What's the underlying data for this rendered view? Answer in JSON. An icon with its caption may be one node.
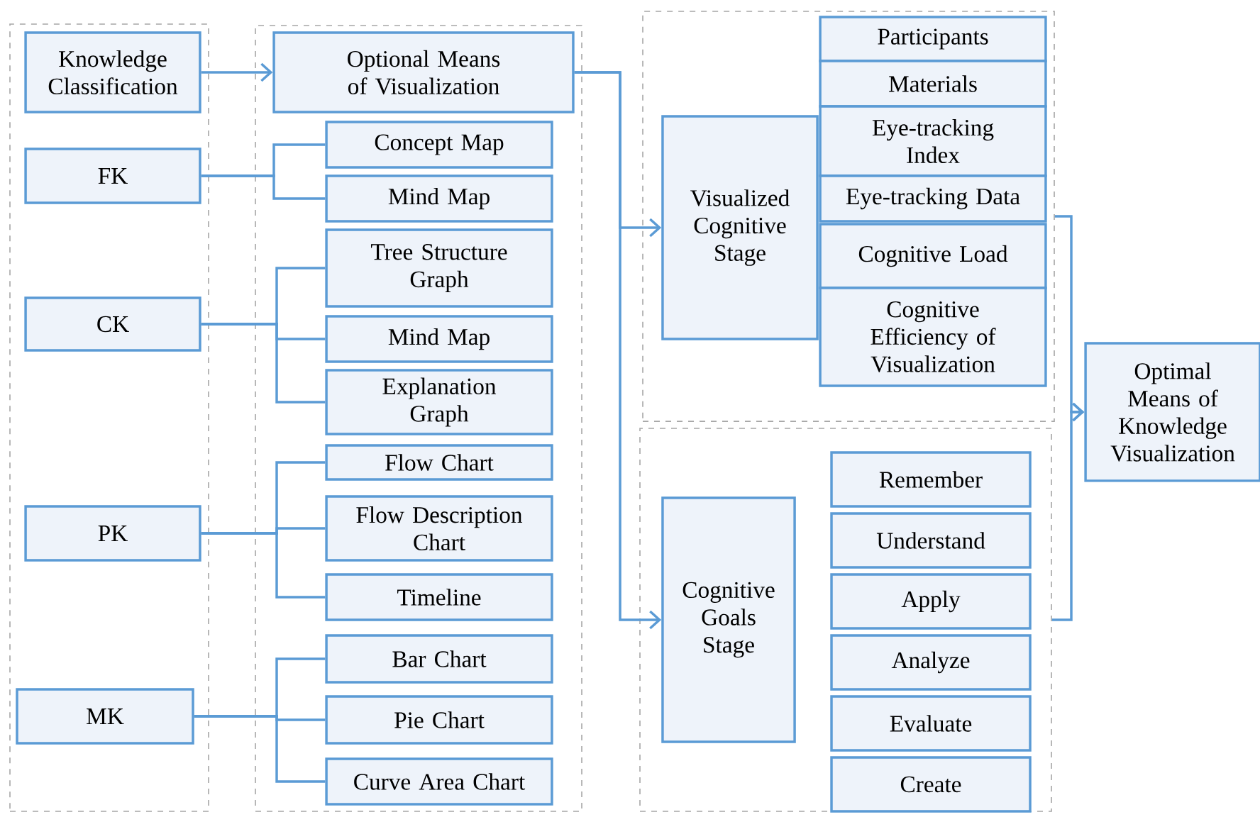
{
  "diagram": {
    "nodes": [
      {
        "text": [],
        "shape": "box"
      },
      {
        "text": [
          "Knowledge Classification"
        ],
        "in": 0
      },
      {
        "text": [
          "FK"
        ],
        "in": 0
      },
      {
        "text": [
          "CK"
        ],
        "in": 0
      },
      {
        "text": [
          "PK"
        ],
        "in": 0
      },
      {
        "text": [
          "MK"
        ],
        "in": 0
      },
      {
        "text": [],
        "shape": "box"
      },
      {
        "text": [
          "Optional Means of Visualization"
        ],
        "in": 6
      },
      {
        "text": [
          "Concept Map"
        ],
        "in": 6
      },
      {
        "text": [
          "Mind Map"
        ],
        "in": 6
      },
      {
        "text": [
          "Tree Structure Graph"
        ],
        "in": 6
      },
      {
        "text": [
          "Mind Map"
        ],
        "in": 6
      },
      {
        "text": [
          "Explanation Graph"
        ],
        "in": 6
      },
      {
        "text": [
          "Flow Chart"
        ],
        "in": 6
      },
      {
        "text": [
          "Flow Description Chart"
        ],
        "in": 6
      },
      {
        "text": [
          "Timeline"
        ],
        "in": 6
      },
      {
        "text": [
          "Bar Chart"
        ],
        "in": 6
      },
      {
        "text": [
          "Pie Chart"
        ],
        "in": 6
      },
      {
        "text": [
          "Curve Area Chart"
        ],
        "in": 6
      },
      {
        "text": [],
        "shape": "box"
      },
      {
        "text": [
          "Visualized Cognitive Stage"
        ],
        "in": 19
      },
      {
        "text": [
          "Participants"
        ],
        "in": 19
      },
      {
        "text": [
          "Materials"
        ],
        "in": 19
      },
      {
        "text": [
          "Eye-tracking Index"
        ],
        "in": 19
      },
      {
        "text": [
          "Eye-tracking Data"
        ],
        "in": 19
      },
      {
        "text": [
          "Cognitive Load"
        ],
        "in": 19
      },
      {
        "text": [
          "Cognitive Efficiency of Visualization"
        ],
        "in": 19
      },
      {
        "text": [
          "Optimal Means of Knowledge Visualization"
        ]
      },
      {
        "text": [],
        "shape": "box"
      },
      {
        "text": [
          "Cognitive Goals Stage"
        ],
        "in": 28
      },
      {
        "text": [
          "Remember"
        ],
        "in": 28
      },
      {
        "text": [
          "Understand"
        ],
        "in": 28
      },
      {
        "text": [
          "Apply"
        ],
        "in": 28
      },
      {
        "text": [
          "Analyze"
        ],
        "in": 28
      },
      {
        "text": [
          "Evaluate"
        ],
        "in": 28
      },
      {
        "text": [
          "Create"
        ],
        "in": 28
      }
    ],
    "edges": [
      {
        "from": 1,
        "to": 7,
        "arrow": "to"
      },
      {
        "from": 2,
        "to": 8,
        "arrow": "none"
      },
      {
        "from": 2,
        "to": 9,
        "arrow": "none"
      },
      {
        "from": 3,
        "to": 10,
        "arrow": "none"
      },
      {
        "from": 3,
        "to": 11,
        "arrow": "none"
      },
      {
        "from": 3,
        "to": 12,
        "arrow": "none"
      },
      {
        "from": 4,
        "to": 13,
        "arrow": "none"
      },
      {
        "from": 4,
        "to": 14,
        "arrow": "none"
      },
      {
        "from": 4,
        "to": 15,
        "arrow": "none"
      },
      {
        "from": 5,
        "to": 16,
        "arrow": "none"
      },
      {
        "from": 5,
        "to": 17,
        "arrow": "none"
      },
      {
        "from": 5,
        "to": 18,
        "arrow": "none"
      },
      {
        "from": 7,
        "to": 20,
        "arrow": "to"
      },
      {
        "from": 7,
        "to": 29,
        "arrow": "to"
      },
      {
        "from": 19,
        "to": 27,
        "arrow": "to"
      },
      {
        "from": 28,
        "to": 27,
        "arrow": "to"
      }
    ]
  }
}
